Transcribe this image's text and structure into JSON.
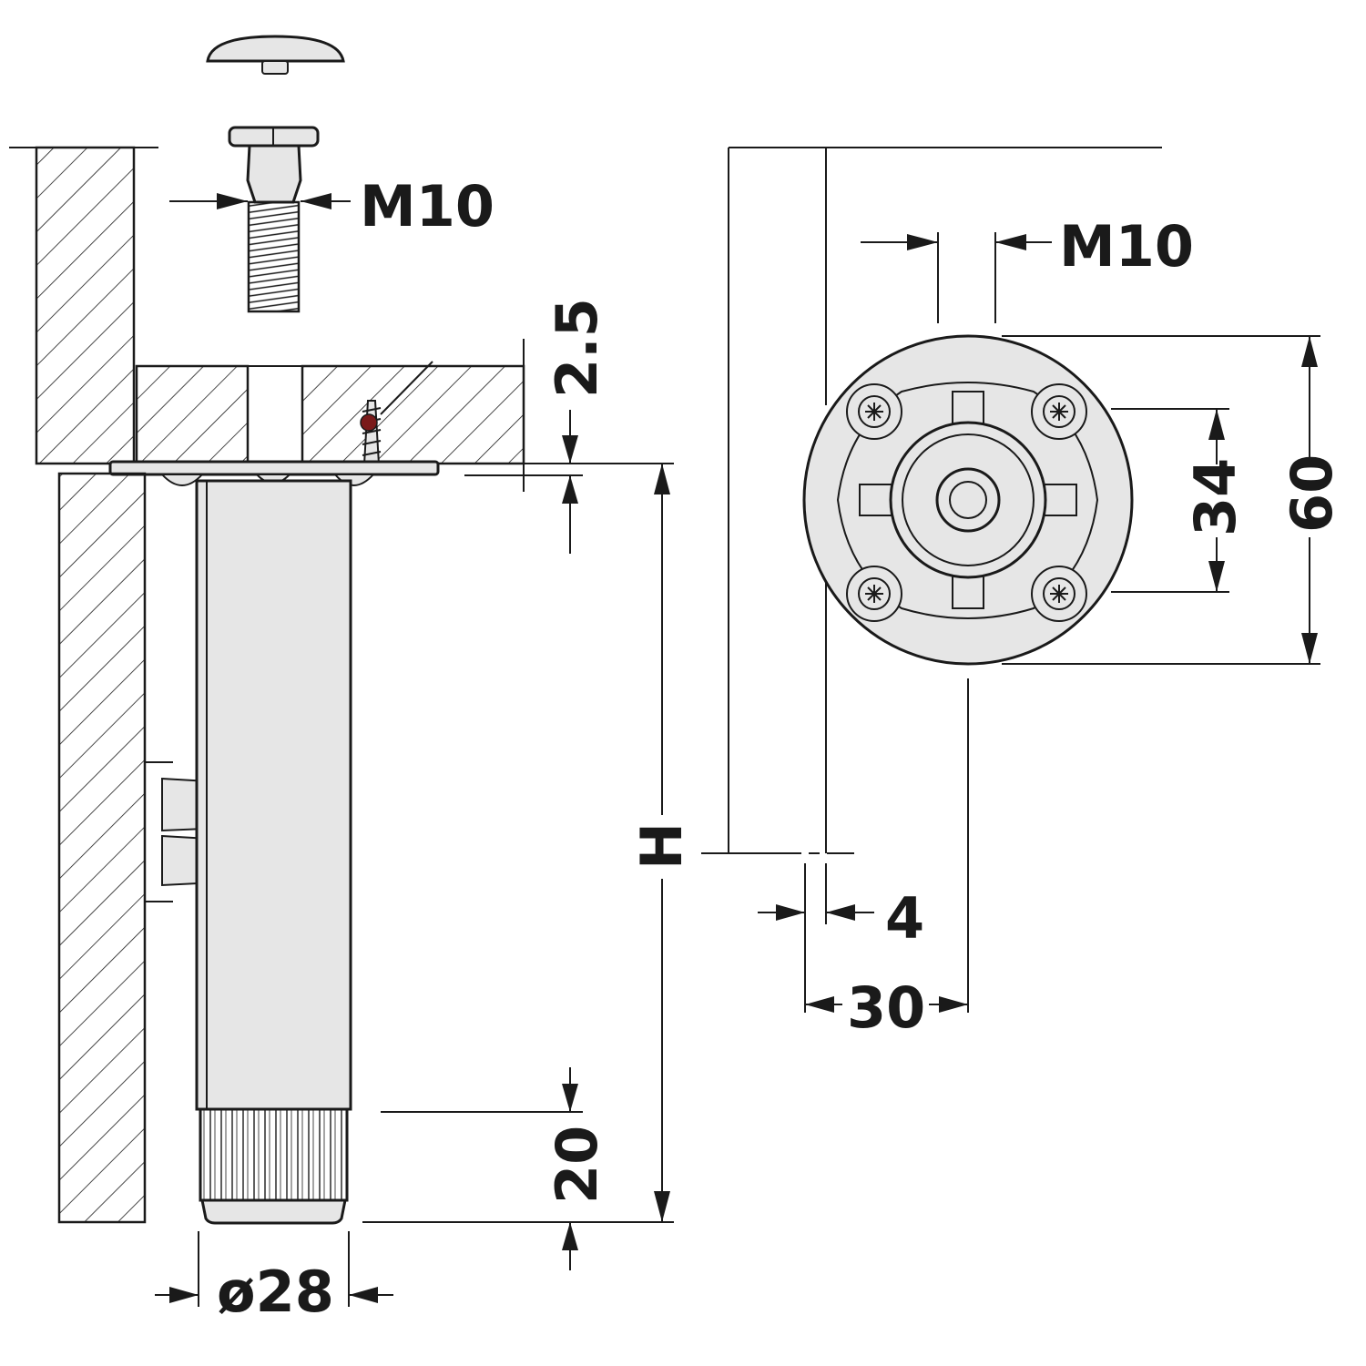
{
  "labels": {
    "screw_thread": "M10",
    "plate_thread": "M10",
    "plate_thickness": "2.5",
    "height": "H",
    "foot_height": "20",
    "diameter": "ø28",
    "hole_spacing": "34",
    "plate_diameter": "60",
    "edge_offset": "4",
    "center_offset": "30"
  },
  "colors": {
    "line": "#1a1a1a",
    "part_fill": "#e6e6e6",
    "screw_accent": "#7a1a1a",
    "background": "#ffffff"
  }
}
